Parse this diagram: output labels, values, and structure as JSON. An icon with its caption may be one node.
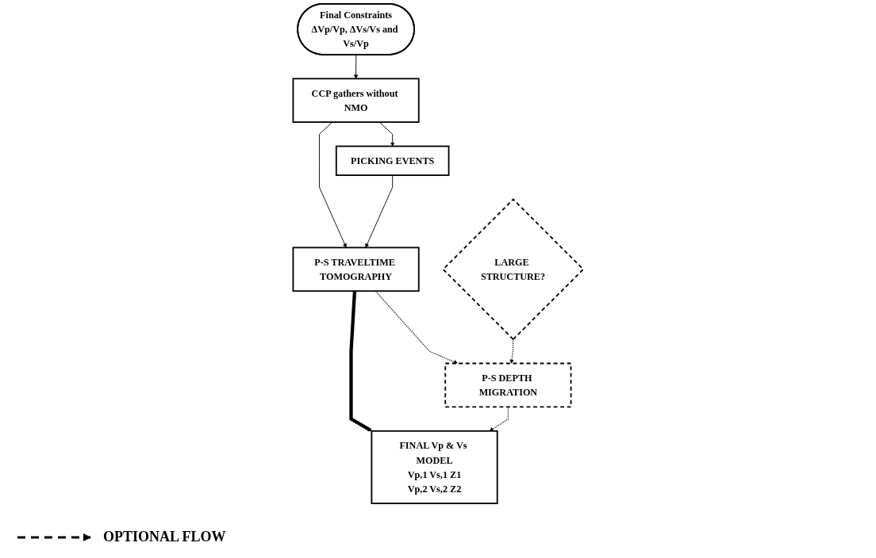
{
  "diagram": {
    "nodes": [
      {
        "text": [
          "Final Constraints",
          "ΔVp/Vp, ΔVs/Vs and Vs/Vp"
        ]
      },
      {
        "text": [
          "CCP gathers without NMO"
        ]
      },
      {
        "text": [
          "PICKING EVENTS"
        ]
      },
      {
        "text": [
          "P-S TRAVELTIME TOMOGRAPHY"
        ]
      },
      {
        "text": [
          "LARGE STRUCTURE?"
        ]
      },
      {
        "text": [
          "P-S DEPTH MIGRATION"
        ]
      },
      {
        "text": [
          "FINAL Vp & Vs MODEL",
          "Vp,1 Vs,1 Z1",
          "Vp,2 Vs,2 Z2"
        ]
      }
    ],
    "edges": [
      {
        "from": 0,
        "to": 1,
        "arrow": "to"
      },
      {
        "from": 1,
        "to": 2,
        "arrow": "to"
      },
      {
        "from": 1,
        "to": 3,
        "arrow": "to"
      },
      {
        "from": 2,
        "to": 3,
        "arrow": "to"
      },
      {
        "from": 3,
        "to": 5,
        "arrow": "to",
        "style": "dashed"
      },
      {
        "from": 3,
        "to": 6,
        "arrow": "to",
        "style": "thick"
      },
      {
        "from": 4,
        "to": 5,
        "arrow": "to",
        "style": "dashed"
      },
      {
        "from": 5,
        "to": 6,
        "arrow": "to",
        "style": "dashed"
      }
    ],
    "legend": [
      {
        "text": "OPTIONAL FLOW"
      }
    ]
  }
}
